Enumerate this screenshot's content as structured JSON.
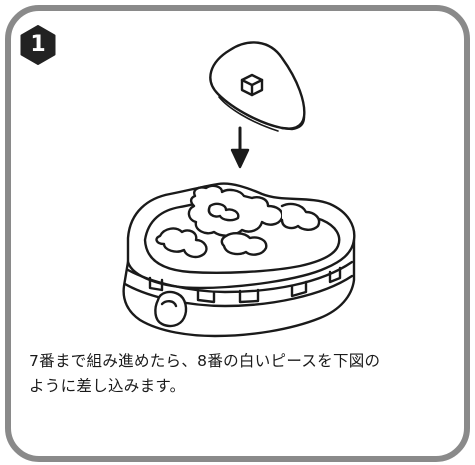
{
  "step": {
    "number": "1"
  },
  "instruction": {
    "line1": "7番まで組み進めたら、8番の白いピースを下図の",
    "line2": "ように差し込みます。"
  },
  "icons": [
    "step-number-badge",
    "white-piece-illustration",
    "insert-arrow",
    "assembled-puzzle-illustration"
  ],
  "colors": {
    "frame": "#8a8a8a",
    "badge": "#222222",
    "line": "#1a1a1a",
    "background": "#ffffff"
  }
}
